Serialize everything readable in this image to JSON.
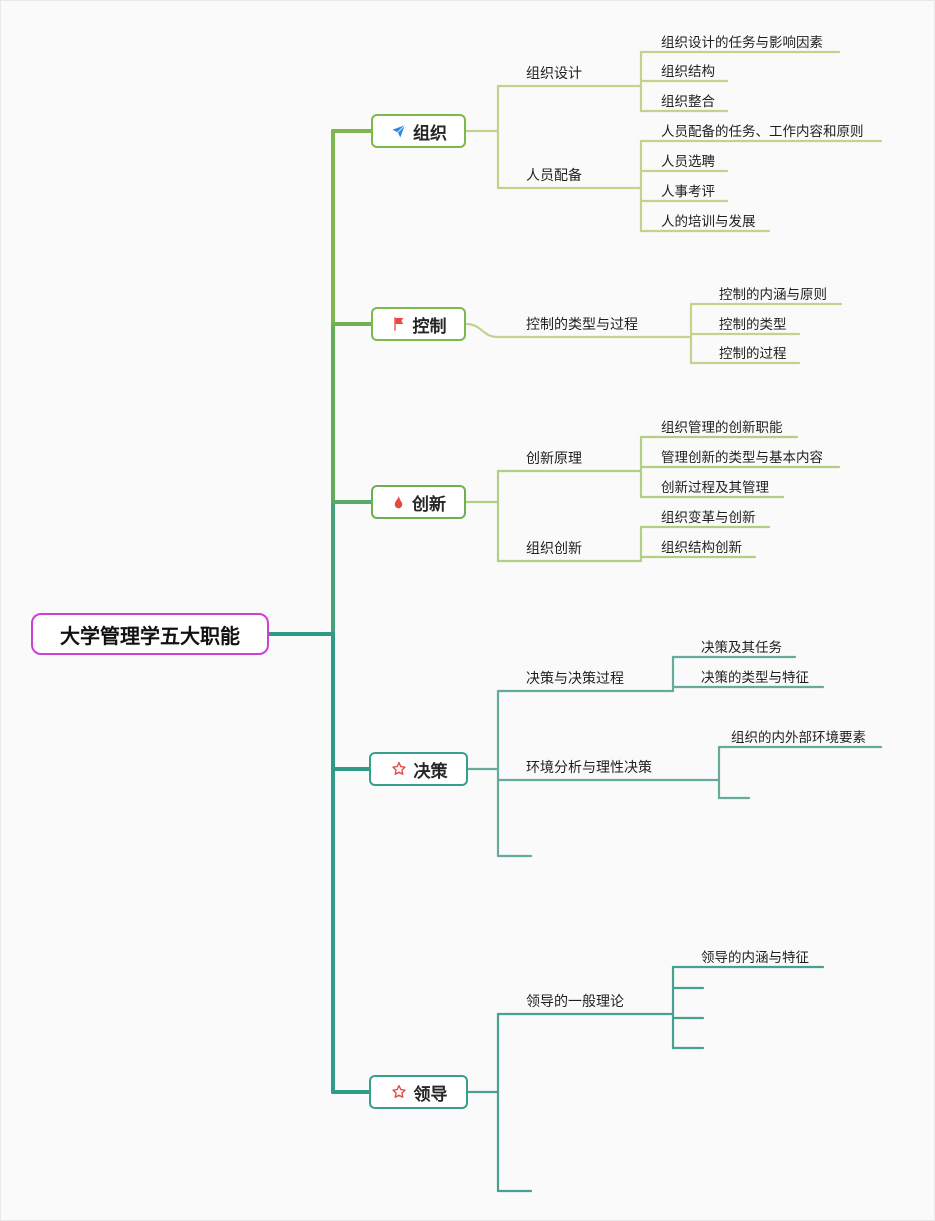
{
  "root": {
    "label": "大学管理学五大职能"
  },
  "branches": [
    {
      "label": "组织",
      "icon": "paper-plane-icon",
      "children": [
        {
          "label": "组织设计",
          "children": [
            {
              "label": "组织设计的任务与影响因素"
            },
            {
              "label": "组织结构"
            },
            {
              "label": "组织整合"
            }
          ]
        },
        {
          "label": "人员配备",
          "children": [
            {
              "label": "人员配备的任务、工作内容和原则"
            },
            {
              "label": "人员选聘"
            },
            {
              "label": "人事考评"
            },
            {
              "label": "人的培训与发展"
            }
          ]
        }
      ]
    },
    {
      "label": "控制",
      "icon": "flag-icon",
      "children": [
        {
          "label": "控制的类型与过程",
          "children": [
            {
              "label": "控制的内涵与原则"
            },
            {
              "label": "控制的类型"
            },
            {
              "label": "控制的过程"
            }
          ]
        }
      ]
    },
    {
      "label": "创新",
      "icon": "flame-icon",
      "children": [
        {
          "label": "创新原理",
          "children": [
            {
              "label": "组织管理的创新职能"
            },
            {
              "label": "管理创新的类型与基本内容"
            },
            {
              "label": "创新过程及其管理"
            }
          ]
        },
        {
          "label": "组织创新",
          "children": [
            {
              "label": "组织变革与创新"
            },
            {
              "label": "组织结构创新"
            }
          ]
        }
      ]
    },
    {
      "label": "决策",
      "icon": "star-icon",
      "children": [
        {
          "label": "决策与决策过程",
          "children": [
            {
              "label": "决策及其任务"
            },
            {
              "label": "决策的类型与特征"
            }
          ]
        },
        {
          "label": "环境分析与理性决策",
          "children": [
            {
              "label": "组织的内外部环境要素"
            },
            {
              "label": ""
            }
          ]
        },
        {
          "label": ""
        }
      ]
    },
    {
      "label": "领导",
      "icon": "star-icon",
      "children": [
        {
          "label": "领导的一般理论",
          "children": [
            {
              "label": "领导的内涵与特征"
            },
            {
              "label": ""
            },
            {
              "label": ""
            },
            {
              "label": ""
            }
          ]
        },
        {
          "label": ""
        }
      ]
    }
  ],
  "colors": {
    "root_border": "#ce3fd6",
    "spine_green": "#7eb84c",
    "spine_teal": "#2e9c88",
    "branch_light_green": "#c1d38c",
    "branch_light_teal": "#66aa9c",
    "icon_blue": "#2f88d8",
    "icon_red": "#e8483f"
  }
}
